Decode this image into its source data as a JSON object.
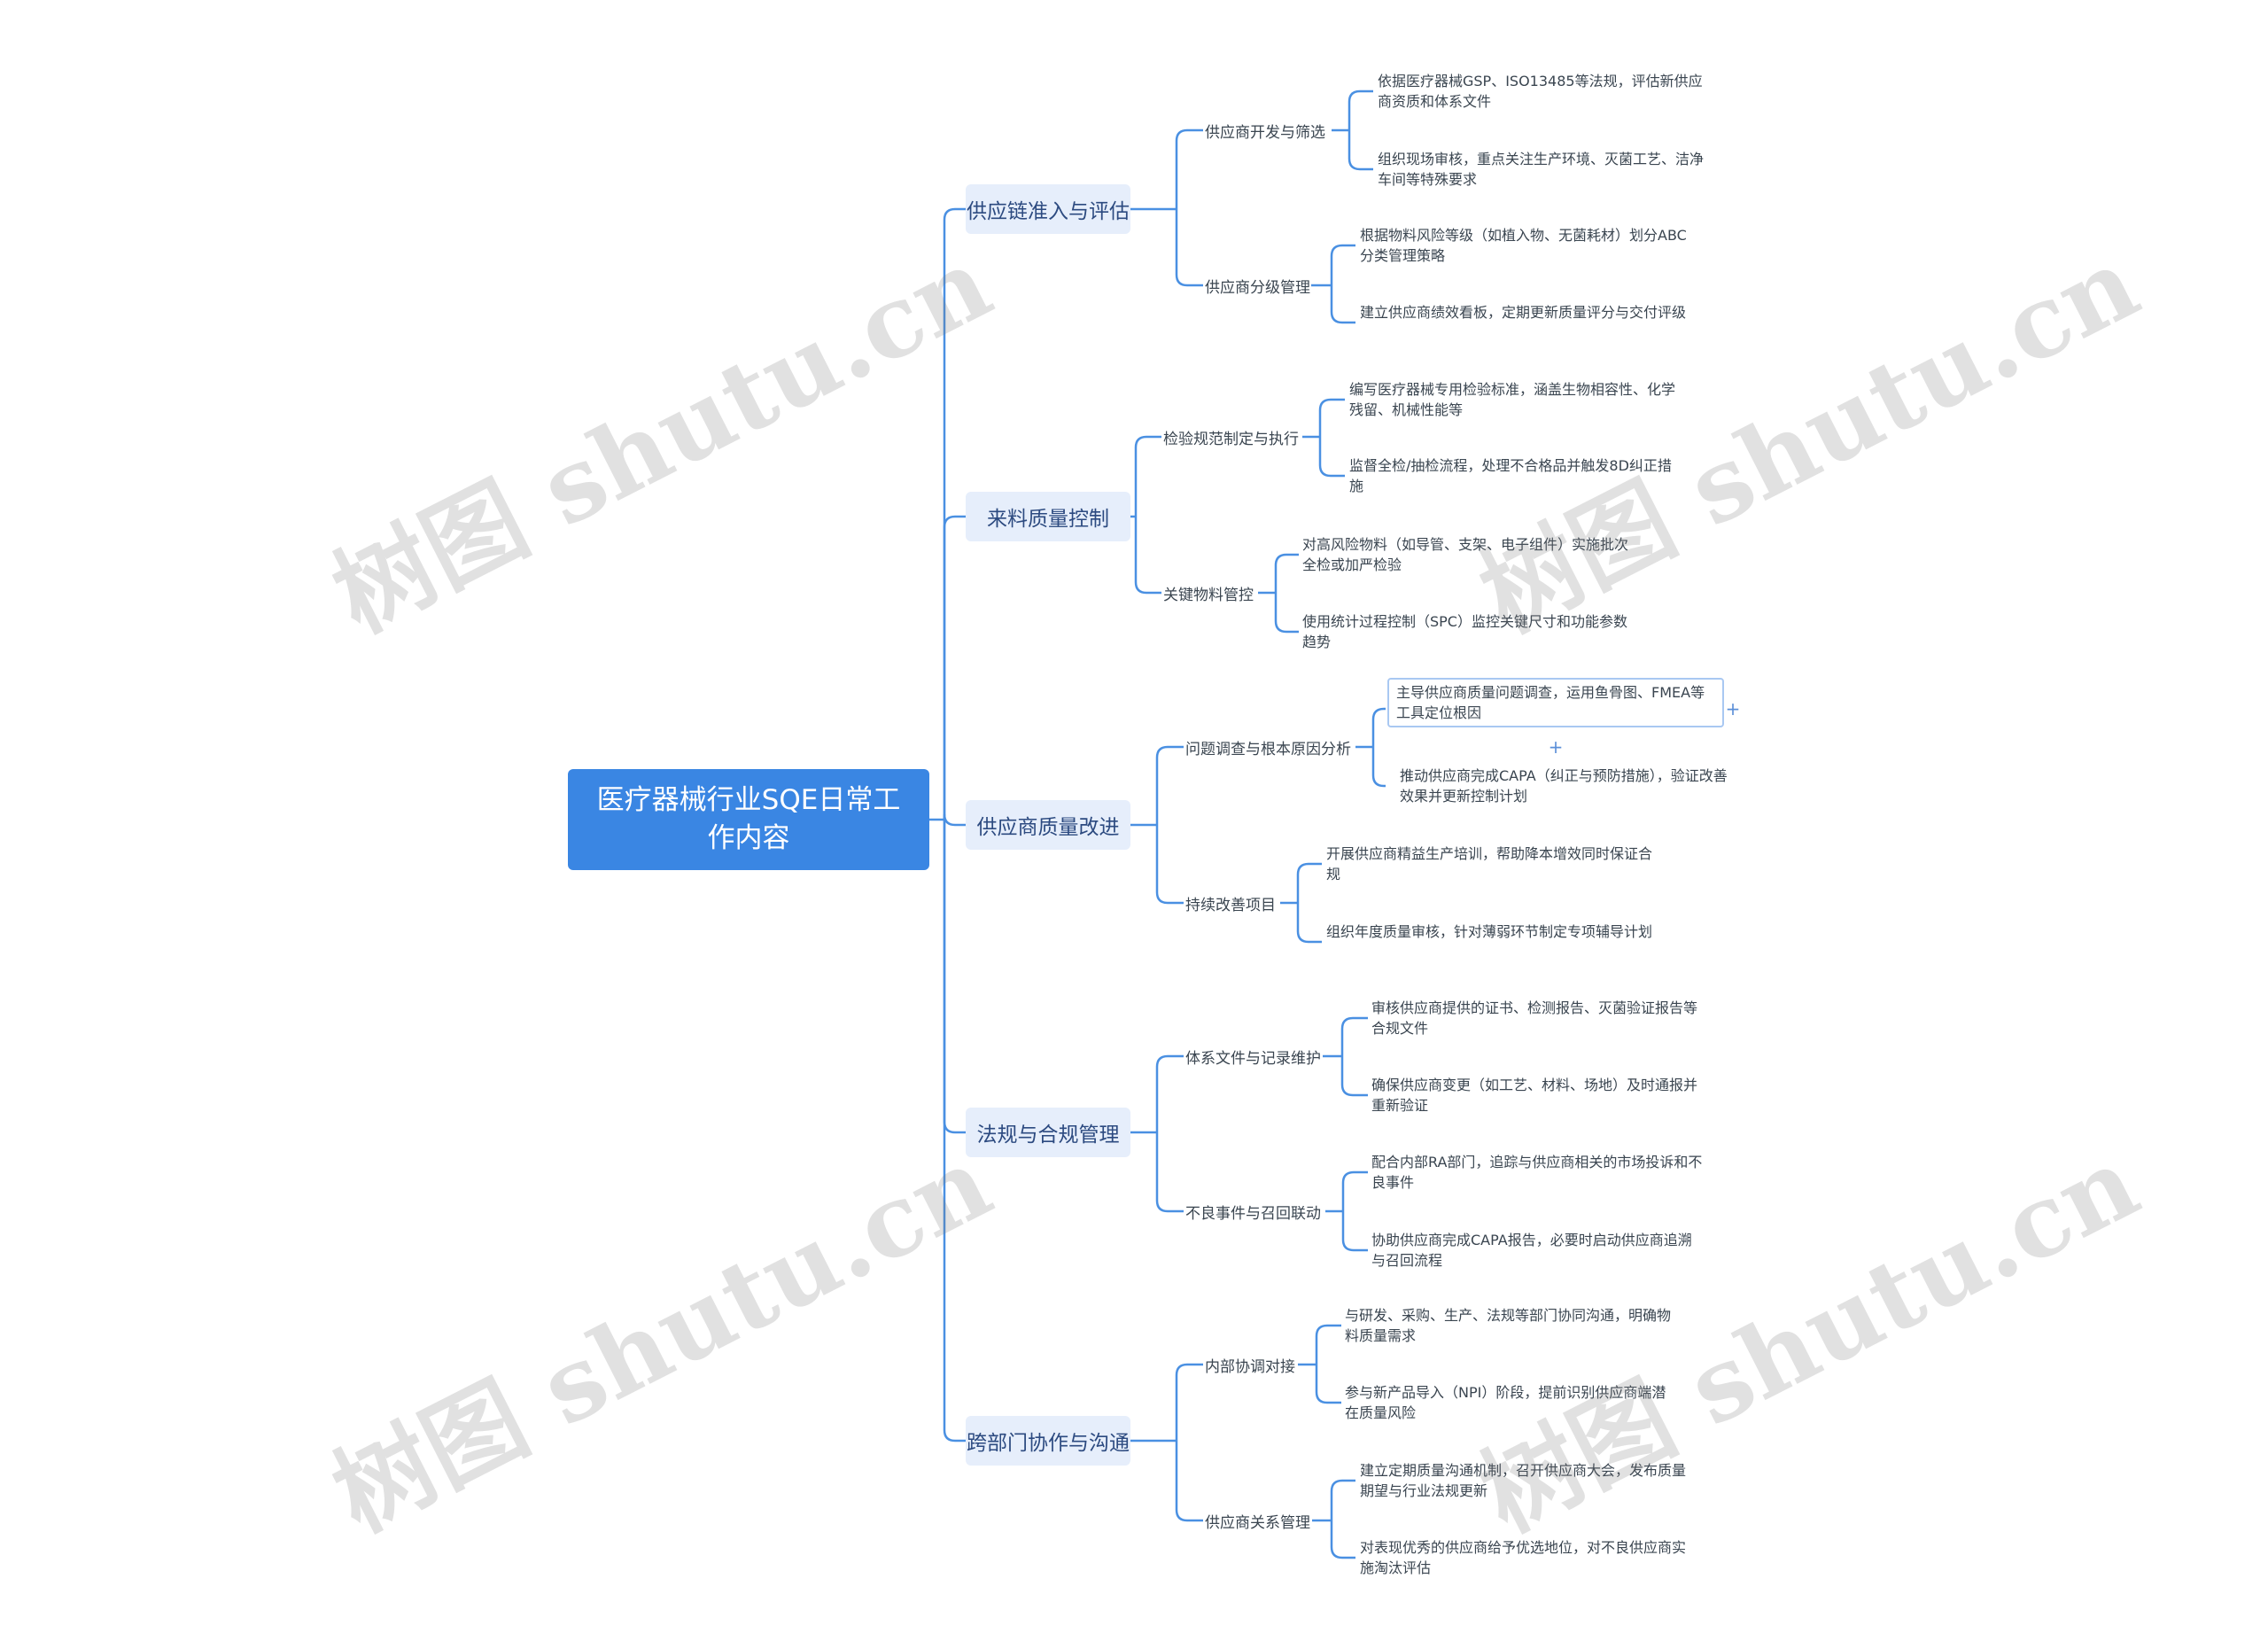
{
  "root": {
    "title": "医疗器械行业SQE日常工作内容"
  },
  "branches": [
    {
      "label": "供应链准入与评估",
      "children": [
        {
          "label": "供应商开发与筛选",
          "children": [
            "依据医疗器械GSP、ISO13485等法规，评估新供应商资质和体系文件",
            "组织现场审核，重点关注生产环境、灭菌工艺、洁净车间等特殊要求"
          ]
        },
        {
          "label": "供应商分级管理",
          "children": [
            "根据物料风险等级（如植入物、无菌耗材）划分ABC分类管理策略",
            "建立供应商绩效看板，定期更新质量评分与交付评级"
          ]
        }
      ]
    },
    {
      "label": "来料质量控制",
      "children": [
        {
          "label": "检验规范制定与执行",
          "children": [
            "编写医疗器械专用检验标准，涵盖生物相容性、化学残留、机械性能等",
            "监督全检/抽检流程，处理不合格品并触发8D纠正措施"
          ]
        },
        {
          "label": "关键物料管控",
          "children": [
            "对高风险物料（如导管、支架、电子组件）实施批次全检或加严检验",
            "使用统计过程控制（SPC）监控关键尺寸和功能参数趋势"
          ]
        }
      ]
    },
    {
      "label": "供应商质量改进",
      "children": [
        {
          "label": "问题调查与根本原因分析",
          "children": [
            "主导供应商质量问题调查，运用鱼骨图、FMEA等工具定位根因",
            "推动供应商完成CAPA（纠正与预防措施），验证改善效果并更新控制计划"
          ]
        },
        {
          "label": "持续改善项目",
          "children": [
            "开展供应商精益生产培训，帮助降本增效同时保证合规",
            "组织年度质量审核，针对薄弱环节制定专项辅导计划"
          ]
        }
      ]
    },
    {
      "label": "法规与合规管理",
      "children": [
        {
          "label": "体系文件与记录维护",
          "children": [
            "审核供应商提供的证书、检测报告、灭菌验证报告等合规文件",
            "确保供应商变更（如工艺、材料、场地）及时通报并重新验证"
          ]
        },
        {
          "label": "不良事件与召回联动",
          "children": [
            "配合内部RA部门，追踪与供应商相关的市场投诉和不良事件",
            "协助供应商完成CAPA报告，必要时启动供应商追溯与召回流程"
          ]
        }
      ]
    },
    {
      "label": "跨部门协作与沟通",
      "children": [
        {
          "label": "内部协调对接",
          "children": [
            "与研发、采购、生产、法规等部门协同沟通，明确物料质量需求",
            "参与新产品导入（NPI）阶段，提前识别供应商端潜在质量风险"
          ]
        },
        {
          "label": "供应商关系管理",
          "children": [
            "建立定期质量沟通机制，召开供应商大会，发布质量期望与行业法规更新",
            "对表现优秀的供应商给予优选地位，对不良供应商实施淘汰评估"
          ]
        }
      ]
    }
  ],
  "watermarks": [
    "树图 shutu.cn",
    "树图 shutu.cn",
    "树图 shutu.cn",
    "树图 shutu.cn"
  ],
  "colors": {
    "line": "#4a90e2",
    "root_bg": "#3a86e3",
    "branch_bg": "#e6eefb"
  }
}
